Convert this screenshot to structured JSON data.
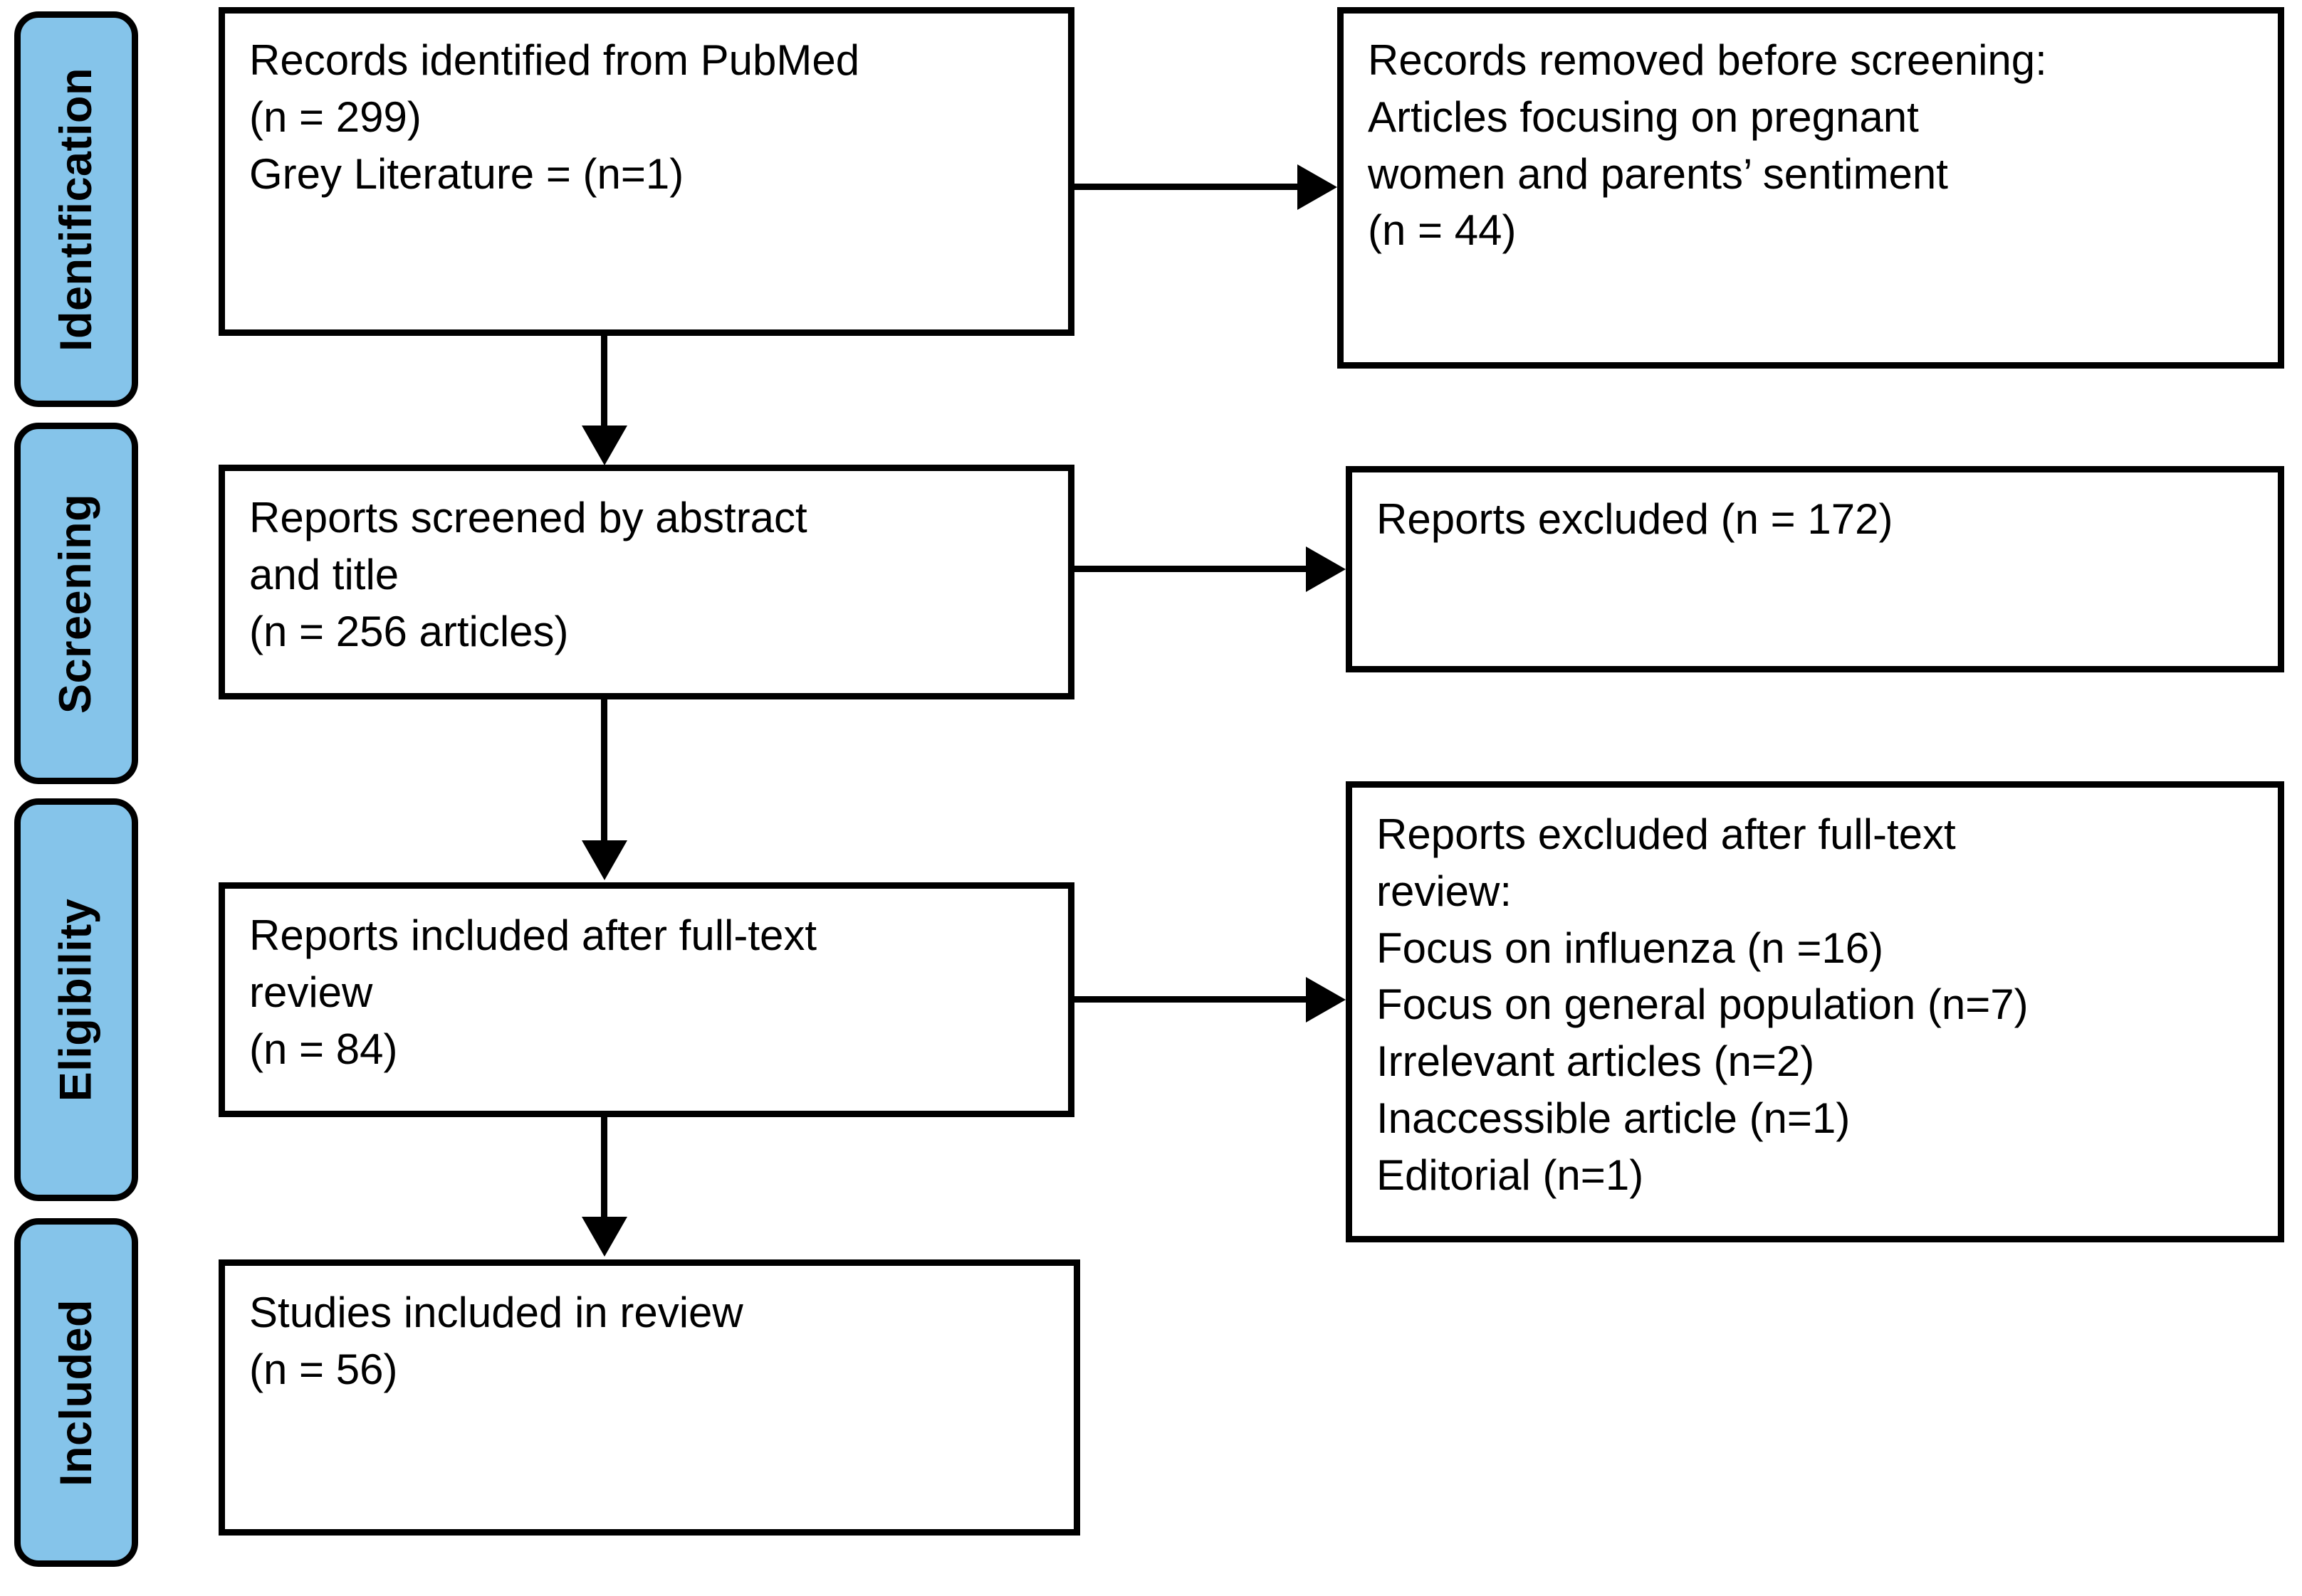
{
  "diagram": {
    "type": "PRISMA flow diagram",
    "accent_color": "#85C4EA",
    "line_color": "#000000",
    "background": "#FFFFFF"
  },
  "stages": [
    {
      "id": "identification",
      "label": "Identification"
    },
    {
      "id": "screening",
      "label": "Screening"
    },
    {
      "id": "eligibility",
      "label": "Eligibility"
    },
    {
      "id": "included",
      "label": "Included"
    }
  ],
  "boxes": {
    "identified": {
      "line1": "Records identified from PubMed",
      "line2": "(n = 299)",
      "line3": "Grey Literature = (n=1)"
    },
    "removed_before_screening": {
      "line1_prefix": "Records removed ",
      "line1_italic": "before screening",
      "line1_suffix": ":",
      "line2": "Articles focusing on pregnant",
      "line3": "women and parents’ sentiment",
      "line4": "(n = 44)"
    },
    "screened": {
      "line1": "Reports screened by abstract",
      "line2": "and title",
      "line3": "(n = 256 articles)"
    },
    "excluded_screening": {
      "line1": "Reports excluded (n = 172)"
    },
    "full_text_included": {
      "line1": "Reports included after full-text",
      "line2": "review",
      "line3": "(n = 84)"
    },
    "excluded_full_text": {
      "line1": "Reports excluded after full-text",
      "line2": "review:",
      "reasons": [
        "Focus on influenza (n =16)",
        "Focus on general population (n=7)",
        "Irrelevant articles (n=2)",
        "Inaccessible article (n=1)",
        "Editorial (n=1)"
      ]
    },
    "studies_included": {
      "line1": "Studies included in review",
      "line2": "(n = 56)"
    }
  },
  "counts": {
    "records_identified_pubmed": 299,
    "grey_literature": 1,
    "records_removed_before_screening": 44,
    "reports_screened": 256,
    "reports_excluded_screening": 172,
    "reports_included_full_text": 84,
    "excluded_focus_influenza": 16,
    "excluded_focus_general_population": 7,
    "excluded_irrelevant_articles": 2,
    "excluded_inaccessible_article": 1,
    "excluded_editorial": 1,
    "studies_included_in_review": 56
  }
}
